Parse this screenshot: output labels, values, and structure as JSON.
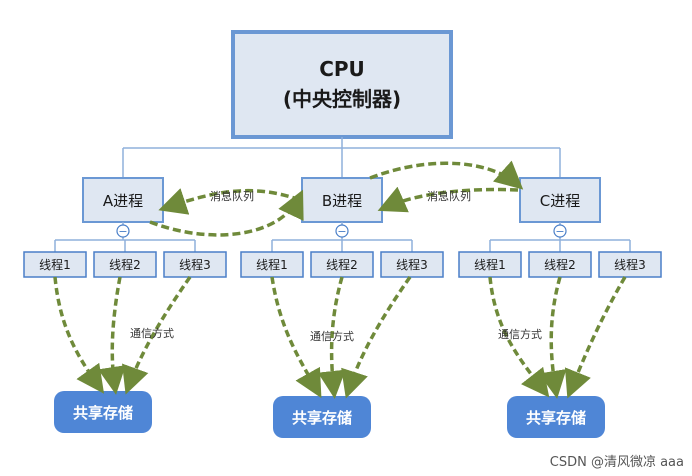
{
  "cpu": {
    "line1": "CPU",
    "line2": "(中央控制器)"
  },
  "processes": [
    {
      "id": "a",
      "label": "A进程"
    },
    {
      "id": "b",
      "label": "B进程"
    },
    {
      "id": "c",
      "label": "C进程"
    }
  ],
  "collapse_symbol": "−",
  "threads": [
    {
      "process": "a",
      "labels": [
        "线程1",
        "线程2",
        "线程3"
      ]
    },
    {
      "process": "b",
      "labels": [
        "线程1",
        "线程2",
        "线程3"
      ]
    },
    {
      "process": "c",
      "labels": [
        "线程1",
        "线程2",
        "线程3"
      ]
    }
  ],
  "storage_label": "共享存储",
  "message_queue_label": "消息队列",
  "comm_label": "通信方式",
  "watermark": "CSDN @清风微凉 aaa",
  "colors": {
    "box_fill": "#dfe7f2",
    "box_stroke": "#6b98d4",
    "thread_stroke": "#4a7fc8",
    "storage_fill": "#4f86d6",
    "arrow": "#6f8a3a",
    "connector": "#8fb0dc"
  }
}
